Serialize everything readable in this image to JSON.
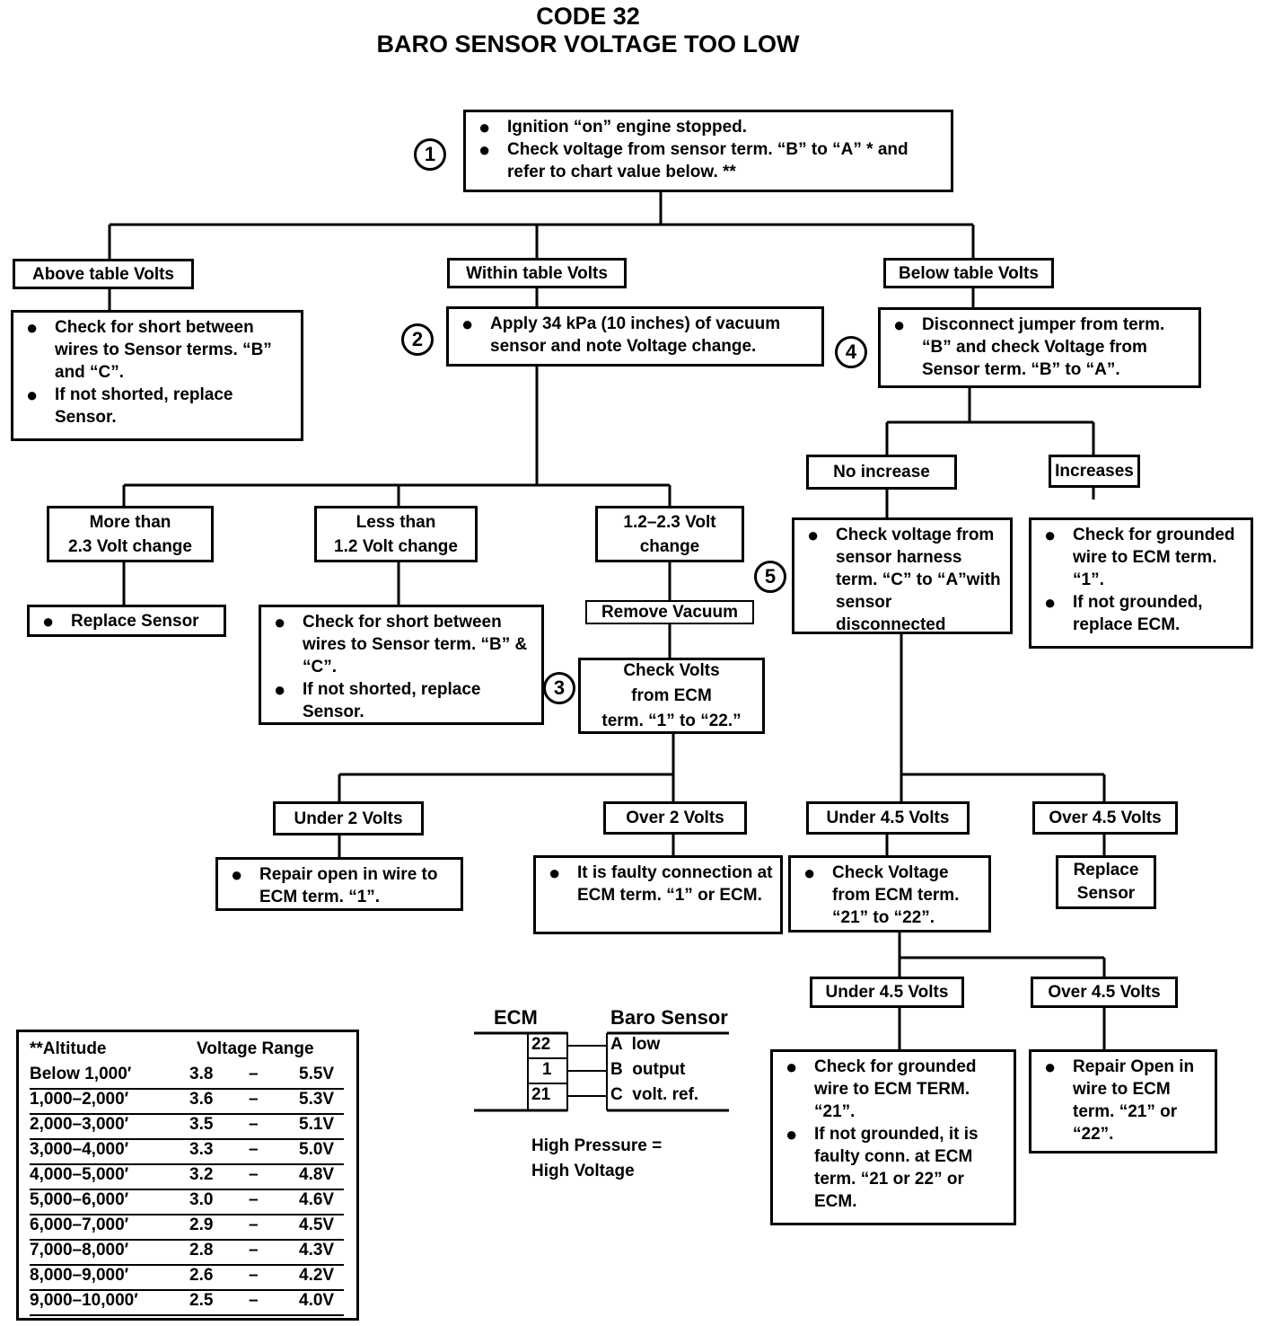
{
  "title": {
    "line1": "CODE 32",
    "line2": "BARO SENSOR VOLTAGE TOO LOW"
  },
  "steps": [
    "1",
    "2",
    "3",
    "4",
    "5"
  ],
  "bullet": "●",
  "boxes": {
    "step1": [
      "Ignition “on” engine stopped.",
      "Check voltage from sensor term. “B” to “A” * and refer to chart value below. **"
    ],
    "above": "Above table Volts",
    "within": "Within table Volts",
    "below": "Below table Volts",
    "above_action": [
      "Check for short between wires to Sensor terms. “B” and “C”.",
      "If not shorted, replace Sensor."
    ],
    "step2": [
      "Apply 34 kPa (10 inches) of vacuum sensor and note Voltage change."
    ],
    "step4": [
      "Disconnect jumper from term. “B” and check Voltage from Sensor term. “B” to “A”."
    ],
    "no_increase": "No increase",
    "increases": "Increases",
    "more_than": [
      "More than",
      "2.3 Volt change"
    ],
    "less_than": [
      "Less than",
      "1.2 Volt change"
    ],
    "range": [
      "1.2–2.3 Volt",
      "change"
    ],
    "replace_sensor_1": [
      "Replace Sensor"
    ],
    "less_action": [
      "Check for short between wires to Sensor term. “B” & “C”.",
      "If not shorted, replace Sensor."
    ],
    "remove_vacuum": "Remove Vacuum",
    "step3": [
      "Check Volts",
      "from ECM",
      "term. “1” to “22.”"
    ],
    "step5": [
      "Check voltage from sensor harness term. “C” to “A”with sensor disconnected"
    ],
    "increases_action": [
      "Check for grounded wire to ECM term. “1”.",
      "If not grounded, replace ECM."
    ],
    "under2": "Under 2 Volts",
    "over2": "Over 2 Volts",
    "under45a": "Under 4.5 Volts",
    "over45a": "Over 4.5 Volts",
    "under2_action": [
      "Repair open in wire to ECM term. “1”."
    ],
    "over2_action": [
      "It is faulty connection at ECM term. “1” or ECM."
    ],
    "check_voltage_21": [
      "Check Voltage from ECM term. “21” to “22”."
    ],
    "replace_sensor_2": [
      "Replace",
      "Sensor"
    ],
    "under45b": "Under 4.5 Volts",
    "over45b": "Over 4.5 Volts",
    "under45b_action": [
      "Check for grounded wire to ECM TERM. “21”.",
      "If not grounded, it is faulty conn. at ECM term. “21 or 22” or ECM."
    ],
    "over45b_action": [
      "Repair Open in wire to ECM term. “21” or “22”."
    ]
  },
  "altitude_table": {
    "header": [
      "**Altitude",
      "Voltage Range"
    ],
    "dash": "–",
    "rows": [
      [
        "Below 1,000′",
        "3.8",
        "5.5V"
      ],
      [
        "1,000–2,000′",
        "3.6",
        "5.3V"
      ],
      [
        "2,000–3,000′",
        "3.5",
        "5.1V"
      ],
      [
        "3,000–4,000′",
        "3.3",
        "5.0V"
      ],
      [
        "4,000–5,000′",
        "3.2",
        "4.8V"
      ],
      [
        "5,000–6,000′",
        "3.0",
        "4.6V"
      ],
      [
        "6,000–7,000′",
        "2.9",
        "4.5V"
      ],
      [
        "7,000–8,000′",
        "2.8",
        "4.3V"
      ],
      [
        "8,000–9,000′",
        "2.6",
        "4.2V"
      ],
      [
        "9,000–10,000′",
        "2.5",
        "4.0V"
      ]
    ]
  },
  "wiring": {
    "ecm_label": "ECM",
    "sensor_label": "Baro Sensor",
    "ecm_pins": [
      "22",
      "1",
      "21"
    ],
    "sensor_pins": [
      "A  low",
      "B  output",
      "C  volt. ref."
    ],
    "note": [
      "High Pressure =",
      "High Voltage"
    ]
  }
}
